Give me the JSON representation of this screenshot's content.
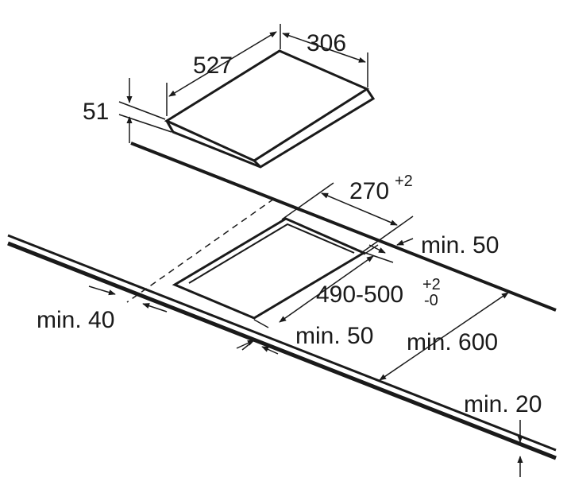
{
  "colors": {
    "line": "#1a1a1a",
    "background": "#ffffff"
  },
  "cooktop": {
    "width": "306",
    "depth": "527",
    "height": "51"
  },
  "cutout": {
    "width_base": "270",
    "width_tol": "+2",
    "depth_base": "490-500",
    "depth_tol_plus": "+2",
    "depth_tol_minus": "-0"
  },
  "clearances": {
    "back_min": "min. 50",
    "front_min": "min. 50",
    "side_min": "min. 40",
    "worktop_depth_min": "min. 600",
    "worktop_thickness_min": "min. 20"
  }
}
